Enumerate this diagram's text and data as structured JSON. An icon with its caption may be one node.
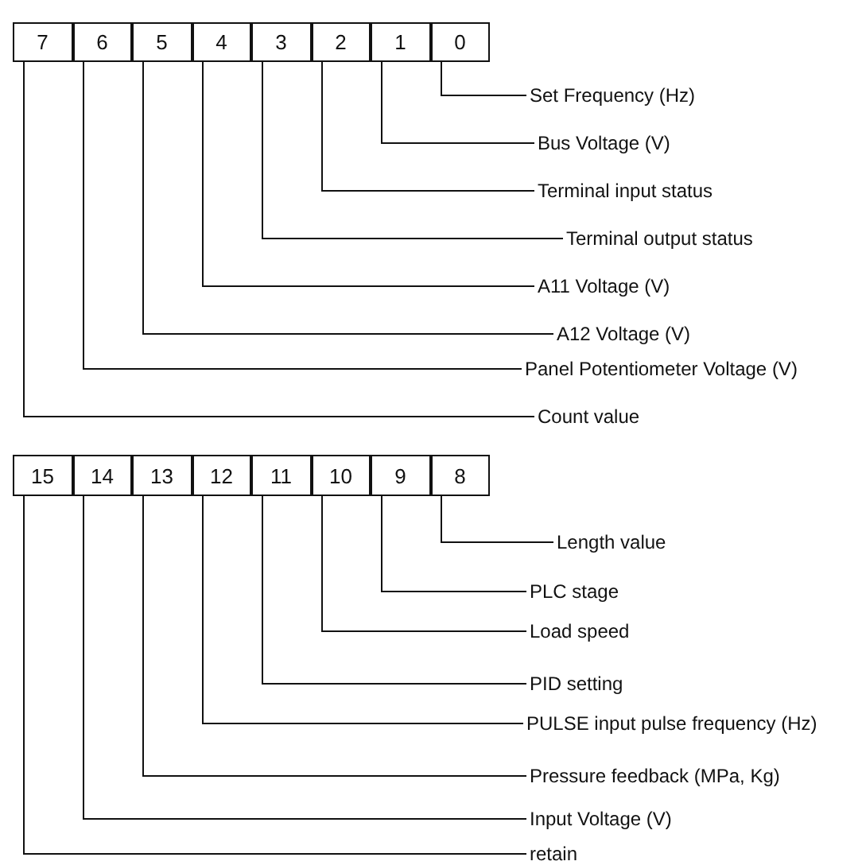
{
  "diagram": {
    "nodes": [
      {
        "text": [
          "7"
        ]
      },
      {
        "text": [
          "6"
        ]
      },
      {
        "text": [
          "5"
        ]
      },
      {
        "text": [
          "4"
        ]
      },
      {
        "text": [
          "3"
        ]
      },
      {
        "text": [
          "2"
        ]
      },
      {
        "text": [
          "1"
        ]
      },
      {
        "text": [
          "0"
        ]
      },
      {
        "text": [
          "Set Frequency (Hz)"
        ]
      },
      {
        "text": [
          "Bus Voltage (V)"
        ]
      },
      {
        "text": [
          "Terminal input status"
        ]
      },
      {
        "text": [
          "Terminal output status"
        ]
      },
      {
        "text": [
          "A11 Voltage (V)"
        ]
      },
      {
        "text": [
          "A12 Voltage (V)"
        ]
      },
      {
        "text": [
          "Panel Potentiometer Voltage (V)"
        ]
      },
      {
        "text": [
          "Count value"
        ]
      },
      {
        "text": [
          "15"
        ]
      },
      {
        "text": [
          "14"
        ]
      },
      {
        "text": [
          "13"
        ]
      },
      {
        "text": [
          "12"
        ]
      },
      {
        "text": [
          "11"
        ]
      },
      {
        "text": [
          "10"
        ]
      },
      {
        "text": [
          "9"
        ]
      },
      {
        "text": [
          "8"
        ]
      },
      {
        "text": [
          "Length value"
        ]
      },
      {
        "text": [
          "PLC stage"
        ]
      },
      {
        "text": [
          "Load speed"
        ]
      },
      {
        "text": [
          "PID setting"
        ]
      },
      {
        "text": [
          "PULSE input pulse frequency (Hz)"
        ]
      },
      {
        "text": [
          "Pressure feedback (MPa, Kg)"
        ]
      },
      {
        "text": [
          "Input Voltage (V)"
        ]
      },
      {
        "text": [
          "retain"
        ]
      }
    ],
    "edges": [
      {
        "from": 7,
        "to": 8,
        "arrow": "none"
      },
      {
        "from": 6,
        "to": 9,
        "arrow": "none"
      },
      {
        "from": 5,
        "to": 10,
        "arrow": "none"
      },
      {
        "from": 4,
        "to": 11,
        "arrow": "none"
      },
      {
        "from": 3,
        "to": 12,
        "arrow": "none"
      },
      {
        "from": 2,
        "to": 13,
        "arrow": "none"
      },
      {
        "from": 1,
        "to": 14,
        "arrow": "none"
      },
      {
        "from": 0,
        "to": 15,
        "arrow": "none"
      },
      {
        "from": 23,
        "to": 24,
        "arrow": "none"
      },
      {
        "from": 22,
        "to": 25,
        "arrow": "none"
      },
      {
        "from": 21,
        "to": 26,
        "arrow": "none"
      },
      {
        "from": 20,
        "to": 27,
        "arrow": "none"
      },
      {
        "from": 19,
        "to": 28,
        "arrow": "none"
      },
      {
        "from": 18,
        "to": 29,
        "arrow": "none"
      },
      {
        "from": 17,
        "to": 30,
        "arrow": "none"
      },
      {
        "from": 16,
        "to": 31,
        "arrow": "none"
      }
    ]
  }
}
